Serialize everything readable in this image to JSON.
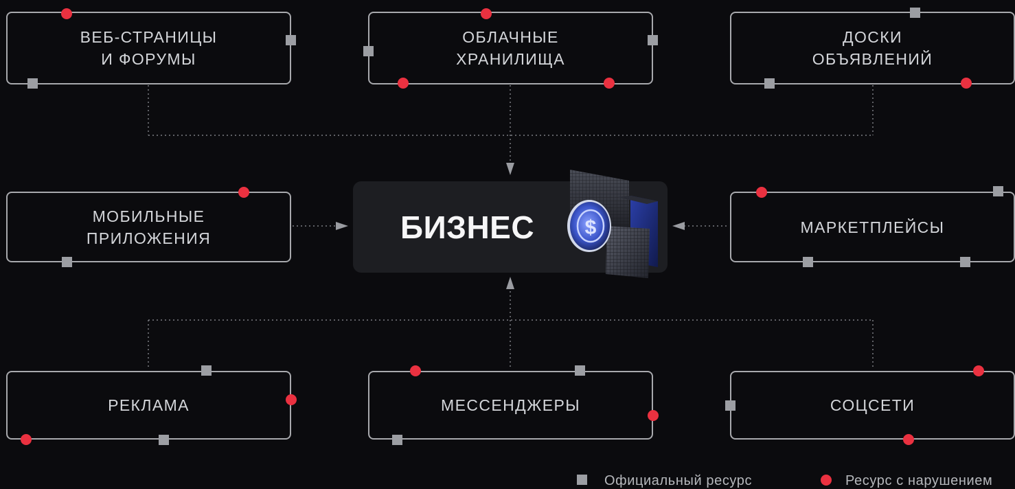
{
  "nodes": [
    {
      "id": "web",
      "label": "ВЕБ-СТРАНИЦЫ\nИ ФОРУМЫ"
    },
    {
      "id": "cloud",
      "label": "ОБЛАЧНЫЕ\nХРАНИЛИЩА"
    },
    {
      "id": "boards",
      "label": "ДОСКИ\nОБЪЯВЛЕНИЙ"
    },
    {
      "id": "mobile",
      "label": "МОБИЛЬНЫЕ\nПРИЛОЖЕНИЯ"
    },
    {
      "id": "market",
      "label": "МАРКЕТПЛЕЙСЫ"
    },
    {
      "id": "ads",
      "label": "РЕКЛАМА"
    },
    {
      "id": "messengers",
      "label": "МЕССЕНДЖЕРЫ"
    },
    {
      "id": "social",
      "label": "СОЦСЕТИ"
    }
  ],
  "center": {
    "label": "БИЗНЕС",
    "icon": "dollar-coin-icon"
  },
  "legend": {
    "official": {
      "label": "Официальный ресурс",
      "marker": "square",
      "color": "#9c9ea3"
    },
    "violation": {
      "label": "Ресурс с нарушением",
      "marker": "circle",
      "color": "#ea3140"
    }
  },
  "colors": {
    "background": "#0b0b0e",
    "border": "#a8a9ad",
    "accent": "#ea3140"
  }
}
